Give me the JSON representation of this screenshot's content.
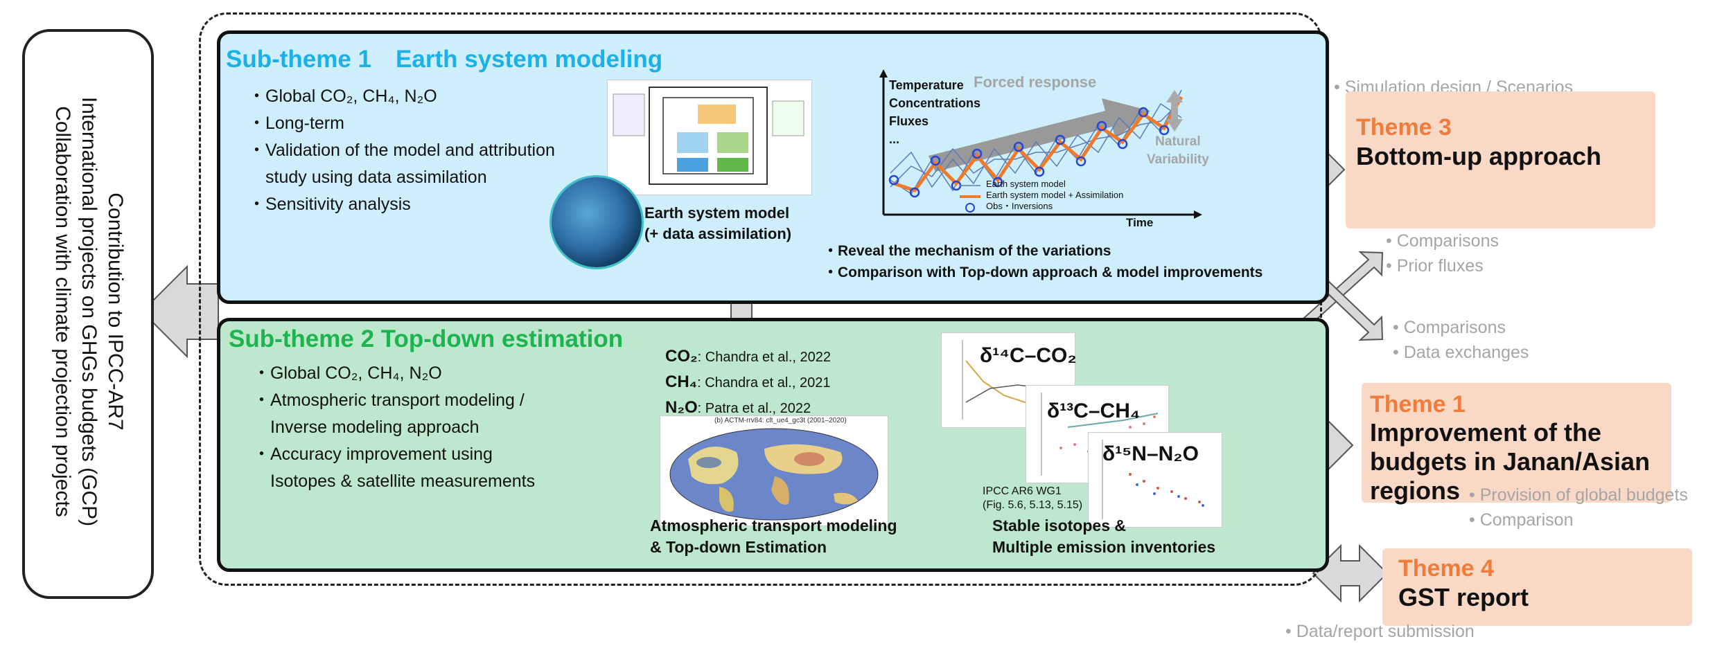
{
  "left_box": {
    "lines": [
      "Contribution to IPCC-AR7",
      "International projects on GHGs budgets (GCP)",
      "Collaboration with climate projection projects"
    ]
  },
  "sub1": {
    "title": "Sub-theme 1　Earth system modeling",
    "bullets": [
      "・Global CO₂, CH₄, N₂O",
      "・Long-term",
      "・Validation of the model and attribution",
      "　study using data assimilation",
      "・Sensitivity analysis"
    ],
    "model_caption": [
      "Earth system model",
      "(+ data assimilation)"
    ],
    "plot": {
      "labels": [
        "Temperature",
        "Concentrations",
        "Fluxes",
        "..."
      ],
      "forced": "Forced response",
      "natural": [
        "Natural",
        "Variability"
      ],
      "legend": [
        "Earth system model",
        "Earth system model + Assimilation",
        "Obs・Inversions"
      ],
      "time": "Time"
    },
    "notes": [
      "・Reveal the mechanism of the variations",
      "・Comparison with Top-down approach & model improvements"
    ]
  },
  "sub2": {
    "title": "Sub-theme 2 Top-down estimation",
    "bullets": [
      "・Global CO₂, CH₄, N₂O",
      "・Atmospheric transport modeling /",
      "　Inverse modeling approach",
      "・Accuracy improvement using",
      "　Isotopes & satellite measurements"
    ],
    "refs": [
      {
        "gas": "CO₂",
        "ref": ": Chandra et al., 2022"
      },
      {
        "gas": "CH₄",
        "ref": ": Chandra et al., 2021"
      },
      {
        "gas": "N₂O",
        "ref": ": Patra et al., 2022"
      }
    ],
    "map_title": "(b) ACTM-rrv84: clt_ue4_gc3t (2001–2020)",
    "map_caption": [
      "Atmospheric transport modeling",
      "& Top-down Estimation"
    ],
    "isotopes": [
      "δ¹⁴C–CO₂",
      "δ¹³C–CH₄",
      "δ¹⁵N–N₂O"
    ],
    "ipcc_ref": [
      "IPCC AR6 WG1",
      "(Fig. 5.6, 5.13, 5.15)"
    ],
    "iso_caption": [
      "Stable isotopes &",
      "Multiple emission inventories"
    ]
  },
  "right": {
    "sim_design": "•  Simulation design / Scenarios",
    "theme3": {
      "num": "Theme 3",
      "title": "Bottom-up approach"
    },
    "t3_notes": [
      "•  Comparisons",
      "•  Prior fluxes"
    ],
    "t1_notes": [
      "•  Comparisons",
      "•  Data exchanges"
    ],
    "theme1": {
      "num": "Theme 1",
      "title": [
        "Improvement of the",
        "budgets in Janan/Asian",
        "regions"
      ]
    },
    "t1_side": [
      "•  Provision of global budgets",
      "•  Comparison"
    ],
    "theme4": {
      "num": "Theme 4",
      "title": "GST report"
    },
    "t4_note": "•  Data/report submission"
  },
  "colors": {
    "sub1_bg": "#cdeefa",
    "sub2_bg": "#bde8cd",
    "sub1_title": "#1ab0e8",
    "sub2_title": "#1db34f",
    "theme_bg": "#f9d8c6",
    "theme_num": "#ef7c3a",
    "orange_line": "#f07a2a",
    "arrow_fill": "#d9d9d9"
  }
}
